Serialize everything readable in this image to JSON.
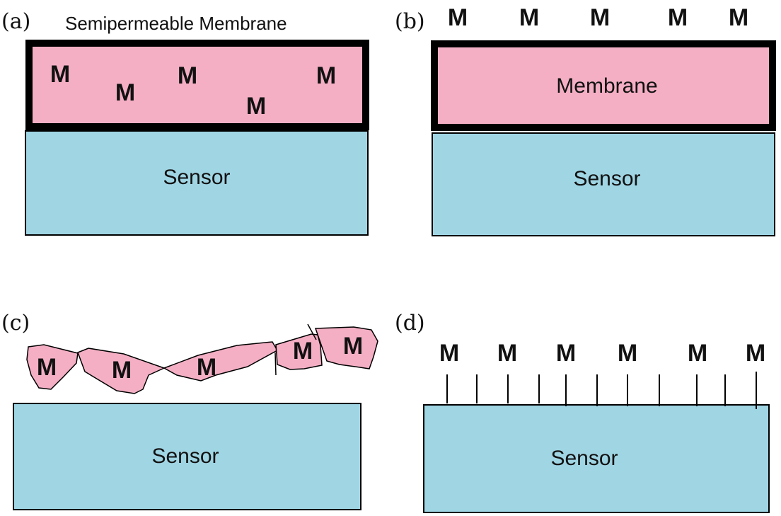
{
  "colors": {
    "membrane": "#f4afc5",
    "sensor": "#a0d5e4",
    "outline": "#000000"
  },
  "panels": {
    "a": {
      "label": "(a)",
      "caption": "Semipermeable Membrane",
      "molecule": "M",
      "sensor_label": "Sensor"
    },
    "b": {
      "label": "(b)",
      "membrane_label": "Membrane",
      "molecule": "M",
      "sensor_label": "Sensor"
    },
    "c": {
      "label": "(c)",
      "molecule": "M",
      "sensor_label": "Sensor"
    },
    "d": {
      "label": "(d)",
      "molecule": "M",
      "sensor_label": "Sensor"
    }
  }
}
